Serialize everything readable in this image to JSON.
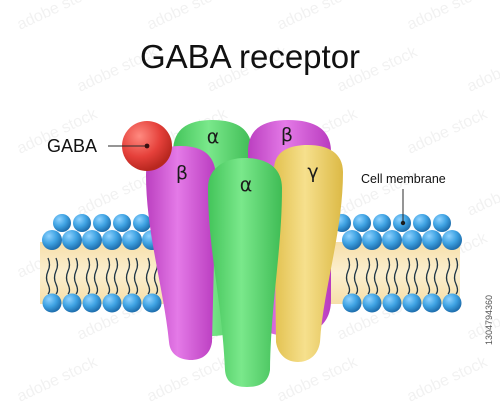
{
  "title": "GABA receptor",
  "labels": {
    "ligand": "GABA",
    "membrane": "Cell membrane"
  },
  "subunits": {
    "back_left": "α",
    "back_right": "β",
    "front_left": "β",
    "front_center": "α",
    "front_right": "γ"
  },
  "watermark": "adobe stock",
  "stock_id": "1304794360",
  "colors": {
    "ligand": "#e5403a",
    "alpha": "#5fd972",
    "beta": "#d257d6",
    "gamma": "#eed36c",
    "phospholipid_head": "#3fa3e3",
    "lipid_core": "#f9e7bd",
    "lipid_tail": "#1f3545"
  }
}
